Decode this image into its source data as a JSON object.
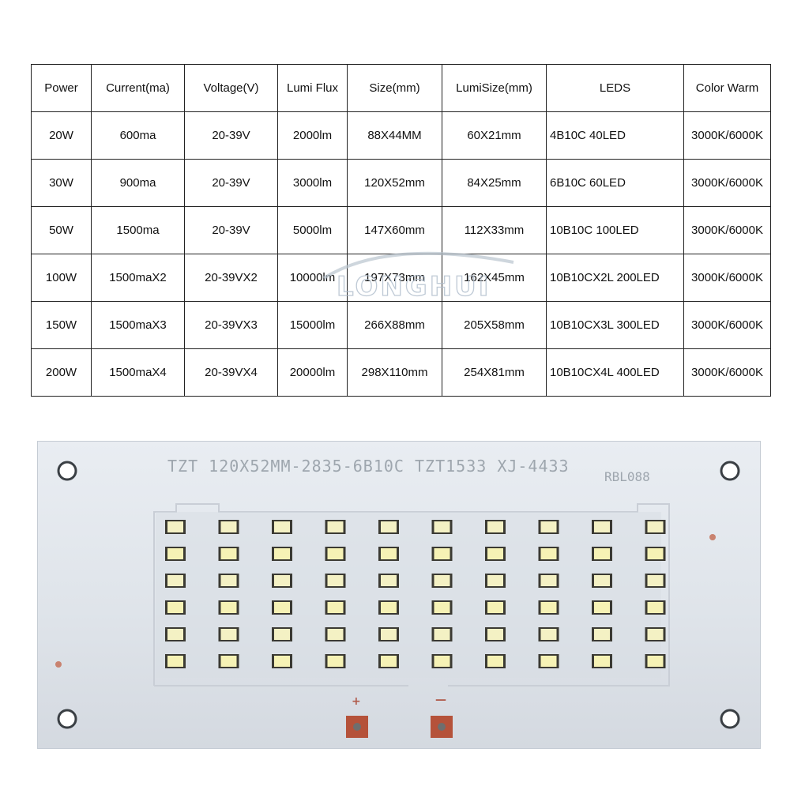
{
  "table": {
    "headers": [
      "Power",
      "Current(ma)",
      "Voltage(V)",
      "Lumi Flux",
      "Size(mm)",
      "LumiSize(mm)",
      "LEDS",
      "Color Warm"
    ],
    "rows": [
      [
        "20W",
        "600ma",
        "20-39V",
        "2000lm",
        "88X44MM",
        "60X21mm",
        "4B10C 40LED",
        "3000K/6000K"
      ],
      [
        "30W",
        "900ma",
        "20-39V",
        "3000lm",
        "120X52mm",
        "84X25mm",
        "6B10C 60LED",
        "3000K/6000K"
      ],
      [
        "50W",
        "1500ma",
        "20-39V",
        "5000lm",
        "147X60mm",
        "112X33mm",
        "10B10C 100LED",
        "3000K/6000K"
      ],
      [
        "100W",
        "1500maX2",
        "20-39VX2",
        "10000lm",
        "197X73mm",
        "162X45mm",
        "10B10CX2L 200LED",
        "3000K/6000K"
      ],
      [
        "150W",
        "1500maX3",
        "20-39VX3",
        "15000lm",
        "266X88mm",
        "205X58mm",
        "10B10CX3L 300LED",
        "3000K/6000K"
      ],
      [
        "200W",
        "1500maX4",
        "20-39VX4",
        "20000lm",
        "298X110mm",
        "254X81mm",
        "10B10CX4L 400LED",
        "3000K/6000K"
      ]
    ]
  },
  "watermark": {
    "text": "LONGHUI"
  },
  "board": {
    "silkscreen_top": "TZT 120X52MM-2835-6B10C TZT1533 XJ-4433",
    "silkscreen_code": "RBL088",
    "plus_label": "+",
    "minus_label": "—",
    "led_rows": 6,
    "led_cols": 10
  }
}
